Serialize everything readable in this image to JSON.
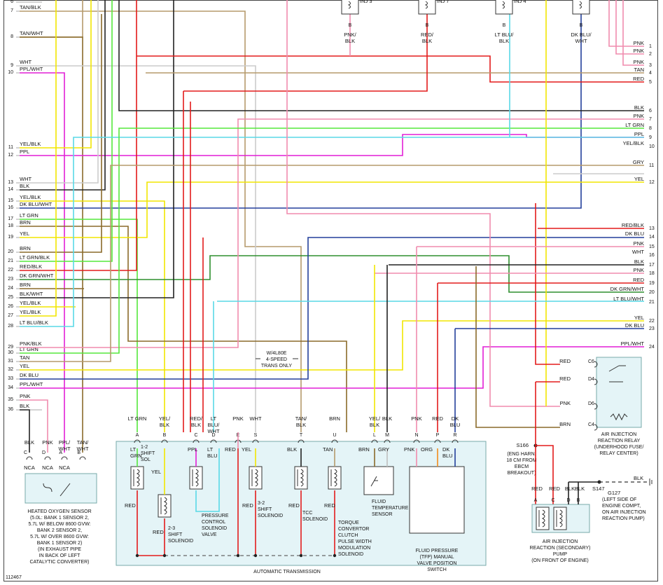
{
  "figure_id": "112467",
  "colors": {
    "red": "#e31b1b",
    "pink": "#f08cae",
    "tan": "#b59a6c",
    "brown": "#8a6a2a",
    "yellow": "#f2e600",
    "ltgreen": "#55e83c",
    "dkgreen": "#2f8f2f",
    "ltblue": "#59d9e6",
    "dkblue": "#233f9b",
    "purple": "#e21fd6",
    "black": "#222222",
    "gray": "#bfbfbf",
    "white": "#cccccc",
    "orange": "#f28c1c"
  },
  "left_pins": [
    {
      "num": "6",
      "label": ""
    },
    {
      "num": "7",
      "label": "TAN/BLK"
    },
    {
      "num": "8",
      "label": "TAN/WHT"
    },
    {
      "num": "9",
      "label": "WHT"
    },
    {
      "num": "10",
      "label": "PPL/WHT"
    },
    {
      "num": "11",
      "label": "YEL/BLK"
    },
    {
      "num": "12",
      "label": "PPL"
    },
    {
      "num": "13",
      "label": "WHT"
    },
    {
      "num": "14",
      "label": "BLK"
    },
    {
      "num": "15",
      "label": "YEL/BLK"
    },
    {
      "num": "16",
      "label": "DK BLU/WHT"
    },
    {
      "num": "17",
      "label": "LT GRN"
    },
    {
      "num": "18",
      "label": "BRN"
    },
    {
      "num": "19",
      "label": "YEL"
    },
    {
      "num": "20",
      "label": "BRN"
    },
    {
      "num": "21",
      "label": "LT GRN/BLK"
    },
    {
      "num": "22",
      "label": "RED/BLK"
    },
    {
      "num": "23",
      "label": "DK GRN/WHT"
    },
    {
      "num": "24",
      "label": "BRN"
    },
    {
      "num": "25",
      "label": "BLK/WHT"
    },
    {
      "num": "26",
      "label": "YEL/BLK"
    },
    {
      "num": "27",
      "label": "YEL/BLK"
    },
    {
      "num": "28",
      "label": "LT BLU/BLK"
    },
    {
      "num": "29",
      "label": "PNK/BLK"
    },
    {
      "num": "30",
      "label": "LT GRN"
    },
    {
      "num": "31",
      "label": "TAN"
    },
    {
      "num": "32",
      "label": "YEL"
    },
    {
      "num": "33",
      "label": "DK BLU"
    },
    {
      "num": "34",
      "label": "PPL/WHT"
    },
    {
      "num": "35",
      "label": "PNK"
    },
    {
      "num": "36",
      "label": "BLK"
    }
  ],
  "right_pins": [
    {
      "num": "1",
      "label": "PNK"
    },
    {
      "num": "2",
      "label": "PNK"
    },
    {
      "num": "3",
      "label": "PNK"
    },
    {
      "num": "4",
      "label": "TAN"
    },
    {
      "num": "5",
      "label": "RED"
    },
    {
      "num": "6",
      "label": "BLK"
    },
    {
      "num": "7",
      "label": "PNK"
    },
    {
      "num": "8",
      "label": "LT GRN"
    },
    {
      "num": "9",
      "label": "PPL"
    },
    {
      "num": "10",
      "label": "YEL/BLK"
    },
    {
      "num": "11",
      "label": "GRY"
    },
    {
      "num": "12",
      "label": "YEL"
    },
    {
      "num": "13",
      "label": "RED/BLK"
    },
    {
      "num": "14",
      "label": "DK BLU"
    },
    {
      "num": "15",
      "label": "PNK"
    },
    {
      "num": "16",
      "label": "WHT"
    },
    {
      "num": "17",
      "label": "BLK"
    },
    {
      "num": "18",
      "label": "PNK"
    },
    {
      "num": "19",
      "label": "RED"
    },
    {
      "num": "20",
      "label": "DK GRN/WHT"
    },
    {
      "num": "21",
      "label": "LT BLU/WHT"
    },
    {
      "num": "22",
      "label": "YEL"
    },
    {
      "num": "23",
      "label": "DK BLU"
    },
    {
      "num": "24",
      "label": "PPL/WHT"
    }
  ],
  "injectors": [
    {
      "name": "INJ 3",
      "wire_label": "PNK/\nBLK",
      "pin": "B"
    },
    {
      "name": "INJ 7",
      "wire_label": "RED/\nBLK",
      "pin": "B"
    },
    {
      "name": "INJ 4",
      "wire_label": "LT BLU/\nBLK",
      "pin": "B"
    },
    {
      "name": "",
      "wire_label": "DK BLU/\nWHT",
      "pin": "B"
    }
  ],
  "o2_sensor": {
    "pins": [
      {
        "letter": "C",
        "wire": "BLK",
        "conn": "NCA"
      },
      {
        "letter": "D",
        "wire": "PNK",
        "conn": "NCA"
      },
      {
        "letter": "A",
        "wire": "PPL/\nWHT",
        "conn": "NCA"
      },
      {
        "letter": "B",
        "wire": "TAN/\nWHT",
        "conn": ""
      }
    ],
    "title": "HEATED OXYGEN SENSOR",
    "desc": [
      "(5.0L: BANK 1 SENSOR 2,",
      "5.7L W/ BELOW 8600 GVW:",
      "BANK 2 SENSOR 2,",
      "5.7L W/ OVER 8600 GVW:",
      "BANK 1 SENSOR 2)",
      "(IN EXHAUST PIPE",
      "IN BACK OF LEFT",
      "CATALYTIC CONVERTER)"
    ]
  },
  "transmission": {
    "note": [
      "W/4L80E",
      "4-SPEED",
      "TRANS ONLY"
    ],
    "title": "AUTOMATIC TRANSMISSION",
    "connector_pins": [
      {
        "letter": "A",
        "wire": "LT GRN"
      },
      {
        "letter": "B",
        "wire": "YEL/\nBLK"
      },
      {
        "letter": "C",
        "wire": "RED/\nBLK"
      },
      {
        "letter": "D",
        "wire": "LT\nBLU/\nWHT"
      },
      {
        "letter": "E",
        "wire": "PNK"
      },
      {
        "letter": "S",
        "wire": "WHT"
      },
      {
        "letter": "T",
        "wire": "TAN/\nBLK"
      },
      {
        "letter": "U",
        "wire": "BRN"
      },
      {
        "letter": "L",
        "wire": "YEL/\nBLK"
      },
      {
        "letter": "M",
        "wire": "BLK"
      },
      {
        "letter": "N",
        "wire": "PNK"
      },
      {
        "letter": "P",
        "wire": "RED"
      },
      {
        "letter": "R",
        "wire": "DK\nBLU"
      }
    ],
    "components": [
      {
        "name": "1-2\nSHIFT\nSOL"
      },
      {
        "name": "2-3\nSHIFT\nSOLENOID"
      },
      {
        "name": "PRESSURE\nCONTROL\nSOLENOID\nVALVE"
      },
      {
        "name": "3-2\nSHIFT\nSOLENOID"
      },
      {
        "name": "TCC\nSOLENOID"
      },
      {
        "name": "TORQUE\nCONVERTOR\nCLUTCH\nPULSE WIDTH\nMODULATION\nSOLENOID"
      },
      {
        "name": "FLUID\nTEMPERATURE\nSENSOR"
      },
      {
        "name": "FLUID PRESSURE\n(TFP) MANUAL\nVALVE POSITION\nSWITCH"
      }
    ],
    "internal_labels": [
      "LT\nGRN",
      "RED",
      "YEL",
      "RED",
      "PPL",
      "LT\nBLU",
      "RED",
      "YEL",
      "RED",
      "BLK",
      "RED",
      "TAN",
      "RED",
      "BRN",
      "GRY",
      "PNK",
      "ORG",
      "DK\nBLU",
      "RED"
    ]
  },
  "relay": {
    "pins": [
      {
        "letter": "C6",
        "wire": "RED"
      },
      {
        "letter": "D4",
        "wire": "RED"
      },
      {
        "letter": "D6",
        "wire": "PNK"
      },
      {
        "letter": "C4",
        "wire": "BRN"
      }
    ],
    "title": [
      "AIR INJECTION",
      "REACTION RELAY",
      "(UNDERHOOD FUSE/",
      "RELAY CENTER)"
    ]
  },
  "splice_s166": {
    "name": "S166",
    "note": [
      "(ENG HARN,",
      "18 CM FROM",
      "EBCM",
      "BREAKOUT)"
    ]
  },
  "pump": {
    "wires": [
      "RED",
      "RED",
      "BLK",
      "BLK"
    ],
    "letters": [
      "A",
      "C",
      "D",
      "B"
    ],
    "splice": "S147",
    "ground": "G127",
    "ground_wire": "BLK",
    "ground_note": [
      "(LEFT SIDE OF",
      "ENGINE COMPT,",
      "ON AIR INJECTION",
      "REACTION PUMP)"
    ],
    "title": [
      "AIR INJECTION",
      "REACTION (SECONDARY)",
      "PUMP",
      "(ON FRONT OF ENGINE)"
    ]
  }
}
